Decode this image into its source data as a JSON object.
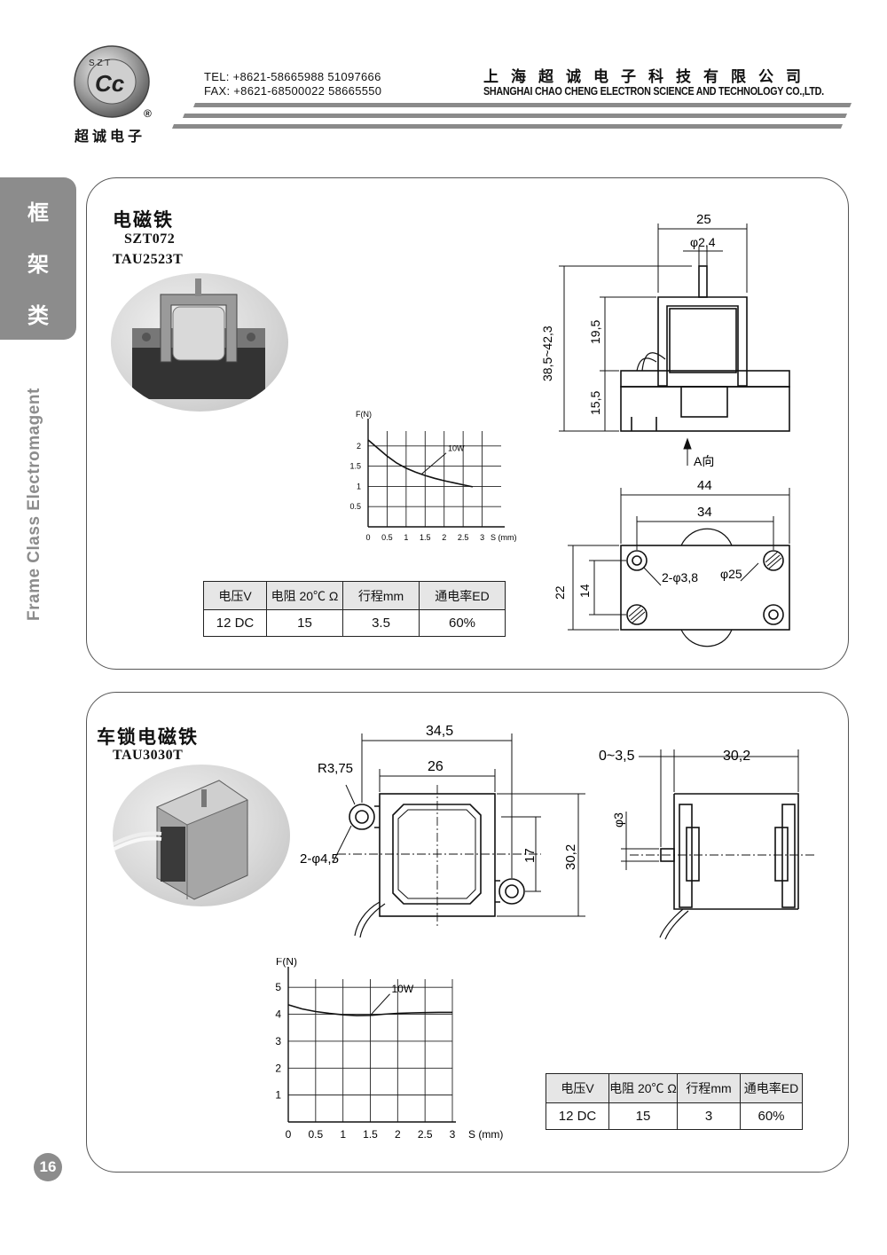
{
  "header": {
    "logo_letters": "S Z T",
    "logo_mark": "Cc",
    "logo_registered": "®",
    "logo_text_cn": "超诚电子",
    "tel": "TEL: +8621-58665988  51097666",
    "fax": "FAX: +8621-68500022  58665550",
    "company_cn": "上海超诚电子科技有限公司",
    "company_en": "SHANGHAI CHAO CHENG ELECTRON SCIENCE AND TECHNOLOGY CO.,LTD."
  },
  "sidebar": {
    "chars": [
      "框",
      "架",
      "类"
    ],
    "vertical_label": "Frame Class Electromagent"
  },
  "page_number": "16",
  "product1": {
    "title_cn": "电磁铁",
    "model1": "SZT072",
    "model2": "TAU2523T",
    "drawing": {
      "dims": [
        "25",
        "φ2,4",
        "38,5~42,3",
        "19,5",
        "15,5",
        "A向",
        "44",
        "34",
        "22",
        "14",
        "2-φ3,8",
        "φ25"
      ]
    },
    "spec_table": {
      "headers": [
        "电压V",
        "电阻 20℃ Ω",
        "行程mm",
        "通电率ED"
      ],
      "rows": [
        [
          "12  DC",
          "15",
          "3.5",
          "60%"
        ]
      ]
    }
  },
  "product2": {
    "title_cn": "车锁电磁铁",
    "model1": "TAU3030T",
    "drawing": {
      "dims": [
        "34,5",
        "26",
        "R3,75",
        "2-φ4,5",
        "17",
        "30,2",
        "0~3,5",
        "30,2",
        "φ3"
      ]
    },
    "spec_table": {
      "headers": [
        "电压V",
        "电阻 20℃ Ω",
        "行程mm",
        "通电率ED"
      ],
      "rows": [
        [
          "12  DC",
          "15",
          "3",
          "60%"
        ]
      ]
    }
  },
  "chart_data": [
    {
      "type": "line",
      "xlabel": "S (mm)",
      "ylabel": "F(N)",
      "x_ticks": [
        "0",
        "0.5",
        "1",
        "1.5",
        "2",
        "2.5",
        "3"
      ],
      "y_ticks": [
        "0.5",
        "1",
        "1.5",
        "2"
      ],
      "xlim": [
        0,
        3.5
      ],
      "ylim": [
        0,
        2.5
      ],
      "grid": true,
      "series": [
        {
          "name": "10W",
          "x": [
            0,
            0.25,
            0.5,
            0.75,
            1,
            1.25,
            1.5,
            1.75,
            2,
            2.25,
            2.5,
            2.75
          ],
          "y": [
            2.15,
            1.95,
            1.75,
            1.58,
            1.45,
            1.35,
            1.27,
            1.2,
            1.14,
            1.09,
            1.04,
            0.99
          ]
        }
      ]
    },
    {
      "type": "line",
      "xlabel": "S (mm)",
      "ylabel": "F(N)",
      "x_ticks": [
        "0",
        "0.5",
        "1",
        "1.5",
        "2",
        "2.5",
        "3"
      ],
      "y_ticks": [
        "1",
        "2",
        "3",
        "4",
        "5"
      ],
      "xlim": [
        0,
        3
      ],
      "ylim": [
        0,
        5.5
      ],
      "grid": true,
      "series": [
        {
          "name": "10W",
          "x": [
            0,
            0.25,
            0.5,
            0.75,
            1,
            1.25,
            1.5,
            1.75,
            2,
            2.25,
            2.5,
            2.75,
            3
          ],
          "y": [
            4.35,
            4.2,
            4.1,
            4.03,
            3.98,
            3.95,
            3.96,
            4.0,
            4.03,
            4.05,
            4.06,
            4.07,
            4.07
          ]
        }
      ]
    }
  ]
}
